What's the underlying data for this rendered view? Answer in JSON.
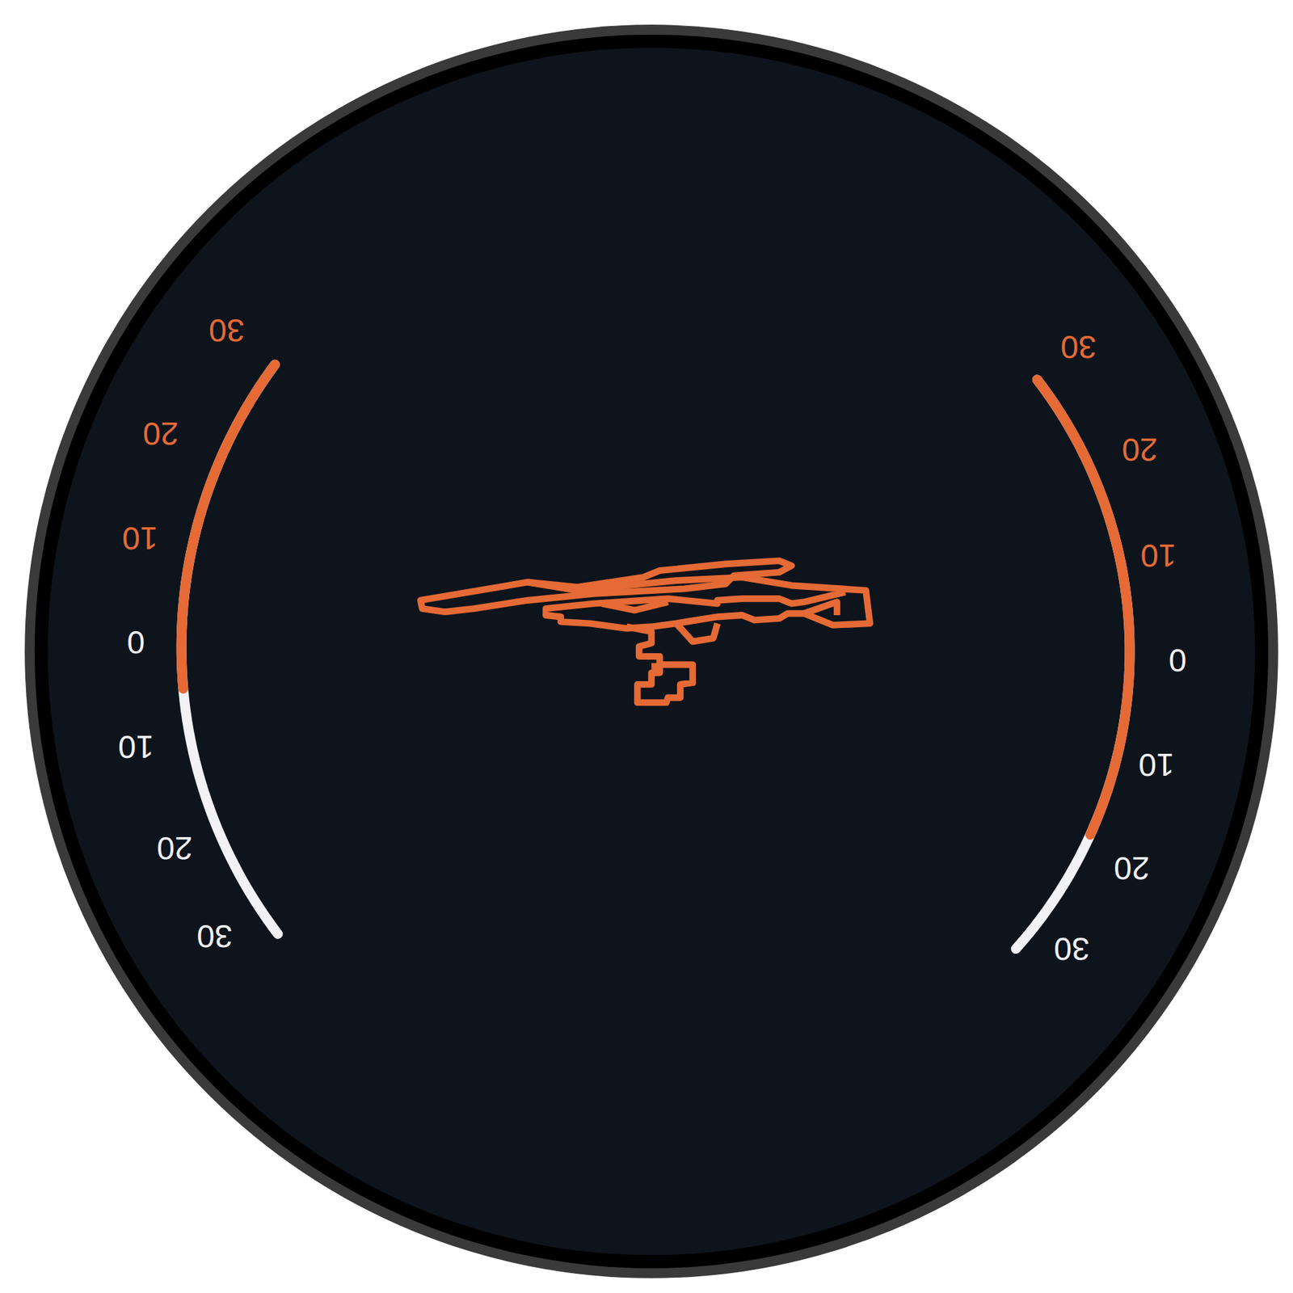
{
  "diagram": {
    "labels": [
      "30",
      "20",
      "10",
      "0",
      "10",
      "20",
      "30",
      "30",
      "20",
      "10",
      "0",
      "10",
      "20",
      "30"
    ]
  }
}
